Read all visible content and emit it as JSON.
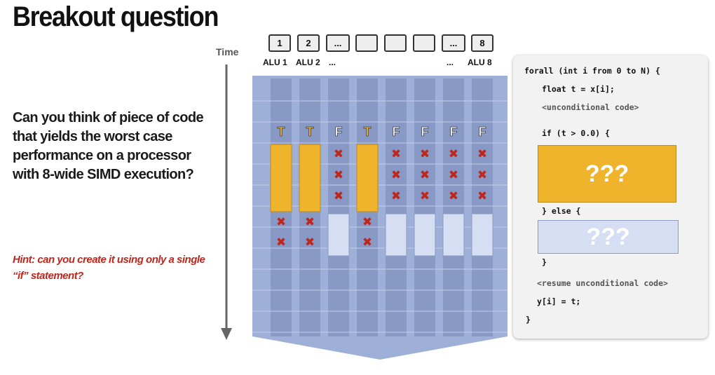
{
  "title": "Breakout question",
  "question": "Can you think of piece of code that yields the worst case performance on a processor with 8-wide SIMD execution?",
  "hint": "Hint: can you create it using only a single “if” statement?",
  "timeline": {
    "time_label": "Time",
    "boxes": [
      "1",
      "2",
      "...",
      "",
      "",
      "",
      "...",
      "8"
    ],
    "alu_labels": [
      "ALU 1",
      "ALU 2",
      "...",
      "...",
      "ALU 8"
    ]
  },
  "lanes": {
    "mask": [
      "T",
      "T",
      "F",
      "T",
      "F",
      "F",
      "F",
      "F"
    ],
    "cancel_mark": "✖"
  },
  "code": {
    "line1": "forall (int i from 0 to N) {",
    "line2": "float t = x[i];",
    "line3": "<unconditional code>",
    "line4": "if (t > 0.0) {",
    "true_block": "???",
    "line5": "} else {",
    "false_block": "???",
    "line6": "}",
    "line7": "<resume unconditional code>",
    "line8": "y[i] = t;",
    "line9": "}"
  },
  "colors": {
    "grid_bg": "#9fb0d8",
    "stripe": "#8799c4",
    "yellow_block": "#f0b32c",
    "blue_block": "#d6def4",
    "x_mark": "#c0271c"
  }
}
